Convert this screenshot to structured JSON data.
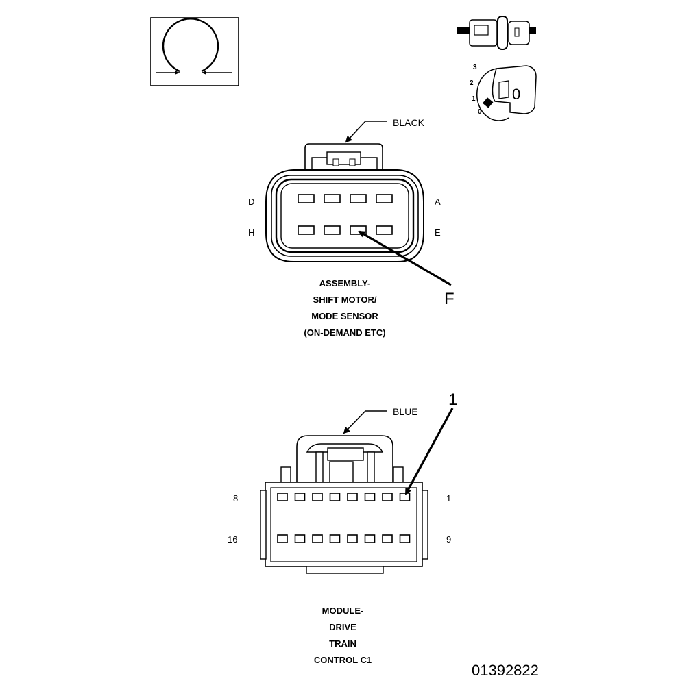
{
  "ohm_symbol": "Ω",
  "ignition": {
    "positions": [
      "3",
      "2",
      "1",
      "0"
    ],
    "key_value": "0"
  },
  "connector1": {
    "color_callout": "BLACK",
    "pin_labels": {
      "top_left": "D",
      "top_right": "A",
      "bottom_left": "H",
      "bottom_right": "E"
    },
    "pin_callout": "F",
    "caption_lines": [
      "ASSEMBLY-",
      "SHIFT MOTOR/",
      "MODE SENSOR",
      "(ON-DEMAND ETC)"
    ]
  },
  "connector2": {
    "color_callout": "BLUE",
    "pin_callout": "1",
    "pin_labels": {
      "top_left": "8",
      "top_right": "1",
      "bottom_left": "16",
      "bottom_right": "9"
    },
    "caption_lines": [
      "MODULE-",
      "DRIVE",
      "TRAIN",
      "CONTROL C1"
    ]
  },
  "figure_id": "01392822"
}
